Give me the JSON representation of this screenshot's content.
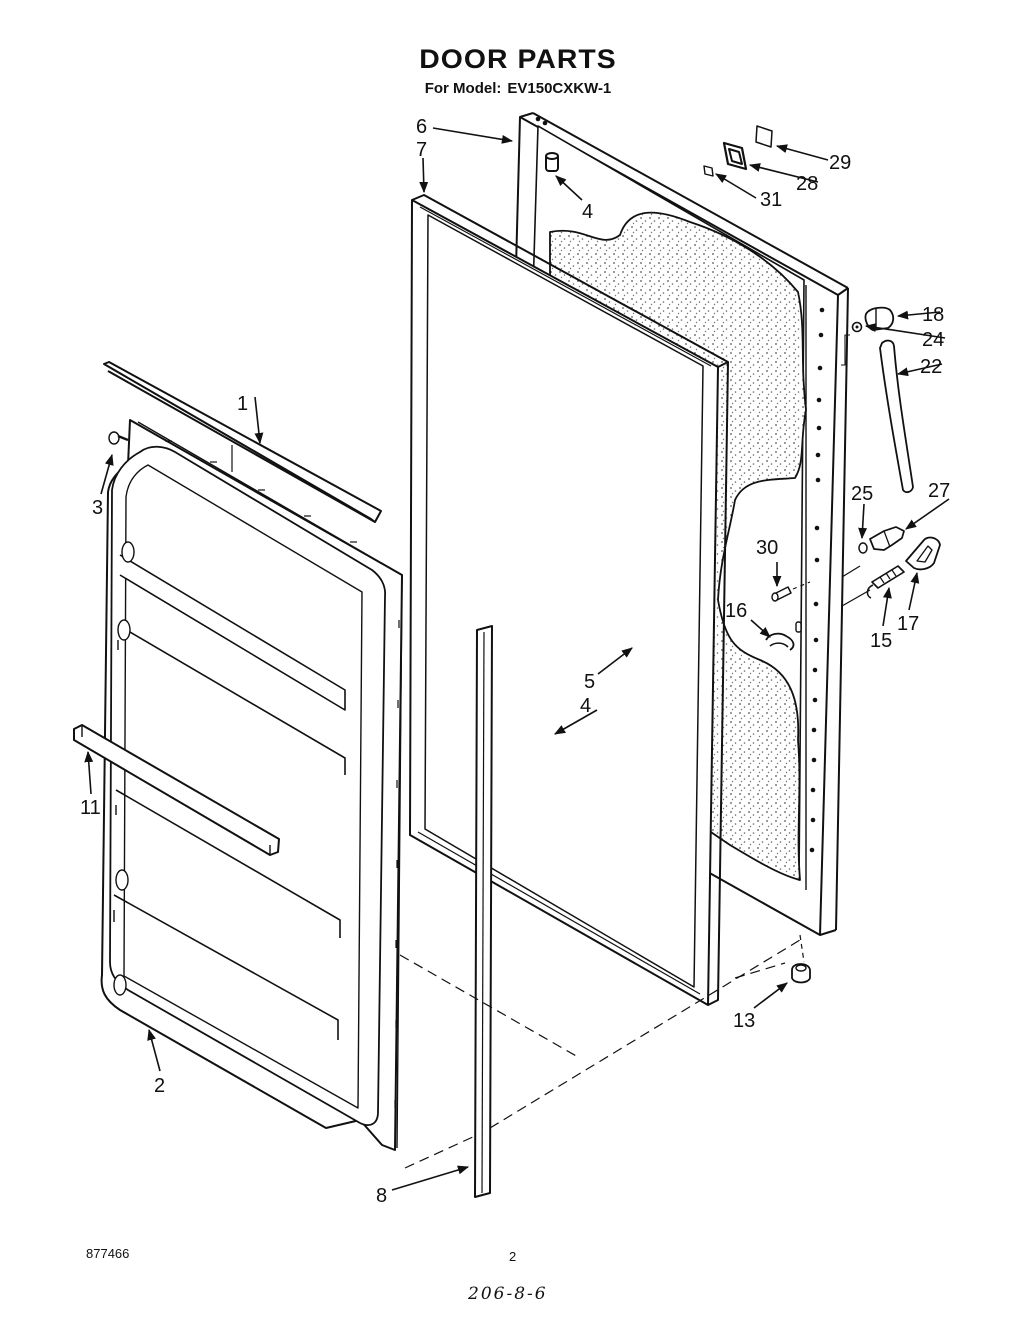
{
  "header": {
    "title": "DOOR PARTS",
    "subtitle_prefix": "For Model:",
    "model": "EV150CXKW-1"
  },
  "footer": {
    "doc_number": "877466",
    "page_number": "2",
    "handwritten_code": "206-8-6"
  },
  "callouts": {
    "c1": "1",
    "c2": "2",
    "c3": "3",
    "c4a": "4",
    "c4b": "4",
    "c5": "5",
    "c6": "6",
    "c7": "7",
    "c8": "8",
    "c11": "11",
    "c13": "13",
    "c15": "15",
    "c16": "16",
    "c17": "17",
    "c18": "18",
    "c22": "22",
    "c24": "24",
    "c25": "25",
    "c27": "27",
    "c28": "28",
    "c29": "29",
    "c30": "30",
    "c31": "31"
  }
}
